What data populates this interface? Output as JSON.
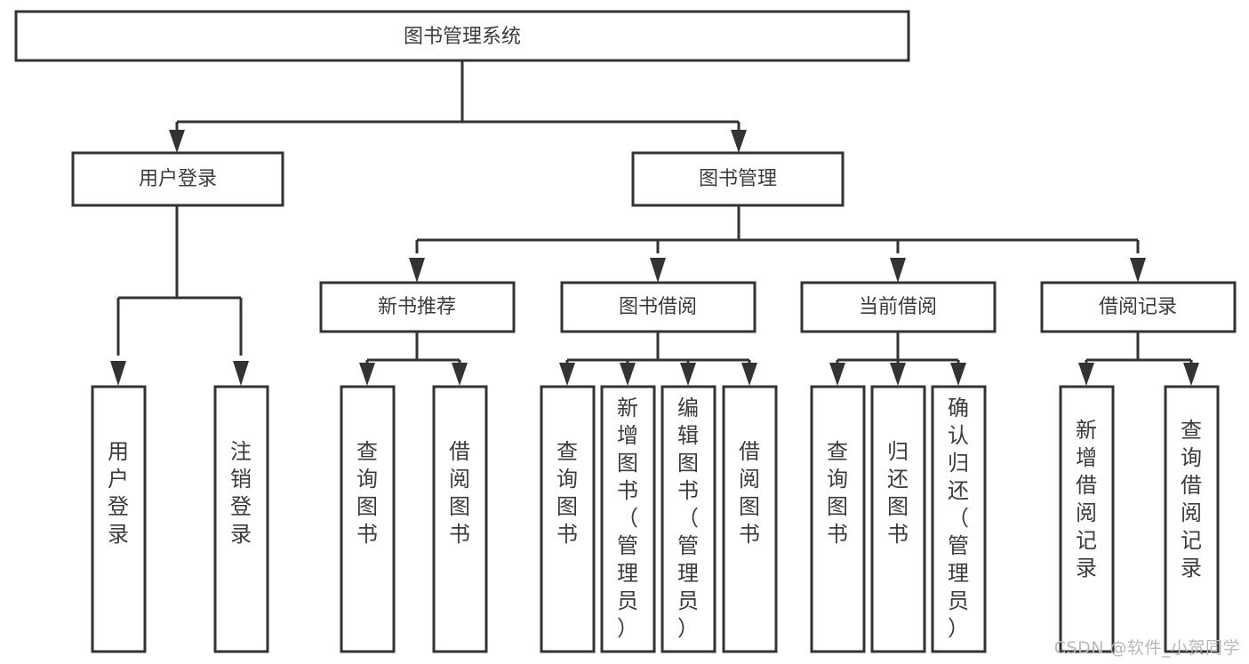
{
  "diagram": {
    "type": "tree-hierarchy",
    "title": "图书管理系统",
    "watermark": "CSDN @软件_小贺同学",
    "colors": {
      "stroke": "#333333",
      "fill": "#ffffff",
      "text": "#3b3b3b",
      "watermark": "#b9b9b9"
    },
    "levels": [
      {
        "level": 1,
        "nodes": [
          {
            "id": "root",
            "label": "图书管理系统",
            "orientation": "horizontal"
          }
        ]
      },
      {
        "level": 2,
        "nodes": [
          {
            "id": "n-login",
            "label": "用户登录",
            "orientation": "horizontal",
            "parent": "root"
          },
          {
            "id": "n-book-mgmt",
            "label": "图书管理",
            "orientation": "horizontal",
            "parent": "root"
          }
        ]
      },
      {
        "level": 3,
        "nodes": [
          {
            "id": "n-new-book",
            "label": "新书推荐",
            "orientation": "horizontal",
            "parent": "n-book-mgmt"
          },
          {
            "id": "n-borrow",
            "label": "图书借阅",
            "orientation": "horizontal",
            "parent": "n-book-mgmt"
          },
          {
            "id": "n-current",
            "label": "当前借阅",
            "orientation": "horizontal",
            "parent": "n-book-mgmt"
          },
          {
            "id": "n-record",
            "label": "借阅记录",
            "orientation": "horizontal",
            "parent": "n-book-mgmt"
          }
        ]
      },
      {
        "level": 4,
        "nodes": [
          {
            "id": "l-user-login",
            "label": "用户登录",
            "orientation": "vertical",
            "parent": "n-login"
          },
          {
            "id": "l-user-logout",
            "label": "注销登录",
            "orientation": "vertical",
            "parent": "n-login"
          },
          {
            "id": "l-query-book-1",
            "label": "查询图书",
            "orientation": "vertical",
            "parent": "n-new-book"
          },
          {
            "id": "l-borrow-book-1",
            "label": "借阅图书",
            "orientation": "vertical",
            "parent": "n-new-book"
          },
          {
            "id": "l-query-book-2",
            "label": "查询图书",
            "orientation": "vertical",
            "parent": "n-borrow"
          },
          {
            "id": "l-add-book",
            "label": "新增图书（管理员）",
            "orientation": "vertical",
            "parent": "n-borrow"
          },
          {
            "id": "l-edit-book",
            "label": "编辑图书（管理员）",
            "orientation": "vertical",
            "parent": "n-borrow"
          },
          {
            "id": "l-borrow-book-2",
            "label": "借阅图书",
            "orientation": "vertical",
            "parent": "n-borrow"
          },
          {
            "id": "l-query-book-3",
            "label": "查询图书",
            "orientation": "vertical",
            "parent": "n-current"
          },
          {
            "id": "l-return-book",
            "label": "归还图书",
            "orientation": "vertical",
            "parent": "n-current"
          },
          {
            "id": "l-confirm-return",
            "label": "确认归还（管理员）",
            "orientation": "vertical",
            "parent": "n-current"
          },
          {
            "id": "l-add-record",
            "label": "新增借阅记录",
            "orientation": "vertical",
            "parent": "n-record"
          },
          {
            "id": "l-query-record",
            "label": "查询借阅记录",
            "orientation": "vertical",
            "parent": "n-record"
          }
        ]
      }
    ]
  },
  "labels": {
    "root": "图书管理系统",
    "login": "用户登录",
    "book_mgmt": "图书管理",
    "new_book": "新书推荐",
    "borrow": "图书借阅",
    "current": "当前借阅",
    "record": "借阅记录",
    "leaf_user_login": "用户登录",
    "leaf_user_logout": "注销登录",
    "leaf_query_book_1": "查询图书",
    "leaf_borrow_book_1": "借阅图书",
    "leaf_query_book_2": "查询图书",
    "leaf_add_book": "新增图书（管理员）",
    "leaf_edit_book": "编辑图书（管理员）",
    "leaf_borrow_book_2": "借阅图书",
    "leaf_query_book_3": "查询图书",
    "leaf_return_book": "归还图书",
    "leaf_confirm_return": "确认归还（管理员）",
    "leaf_add_record": "新增借阅记录",
    "leaf_query_record": "查询借阅记录"
  },
  "watermark": {
    "text": "CSDN @软件_小贺同学"
  }
}
